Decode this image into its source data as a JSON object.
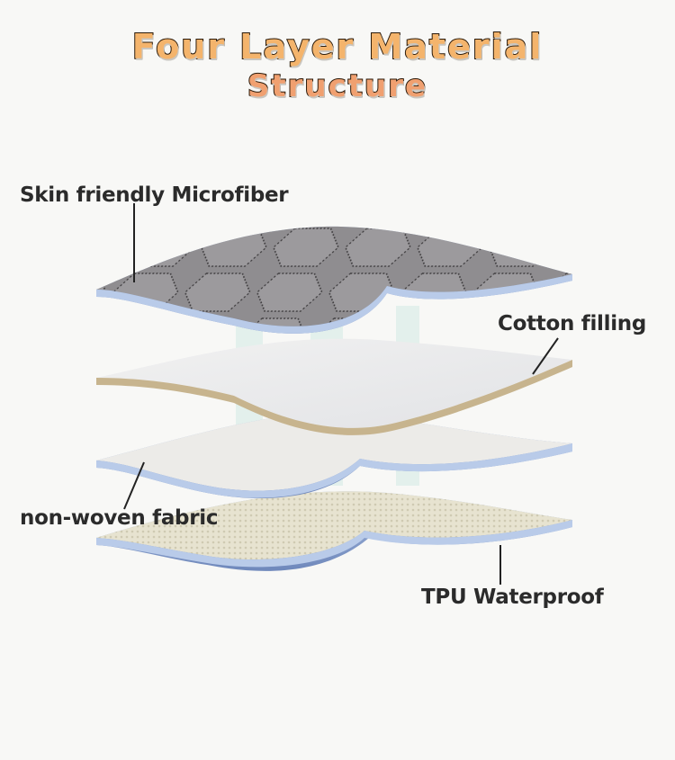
{
  "title": {
    "line1": "Four Layer Material",
    "line2": "Structure"
  },
  "layers": [
    {
      "label": "Skin friendly Microfiber",
      "texture": "grey quilted hexagon pattern"
    },
    {
      "label": "Cotton filling",
      "texture": "white fibrous"
    },
    {
      "label": "non-woven fabric",
      "texture": "white mottled"
    },
    {
      "label": "TPU Waterproof",
      "texture": "beige dotted mesh"
    }
  ],
  "colors": {
    "background": "#f8f8f6",
    "title_fill": "#f2b072",
    "title_outline": "#2a1a0a",
    "label_text": "#2b2b2b",
    "microfiber": "#8e8c8e",
    "cotton_edge": "#c7b48e",
    "layer_edge_blue": "#b9cbe9",
    "underside_blue": "#7f97c4",
    "tpu_surface": "#e6e2cf"
  }
}
